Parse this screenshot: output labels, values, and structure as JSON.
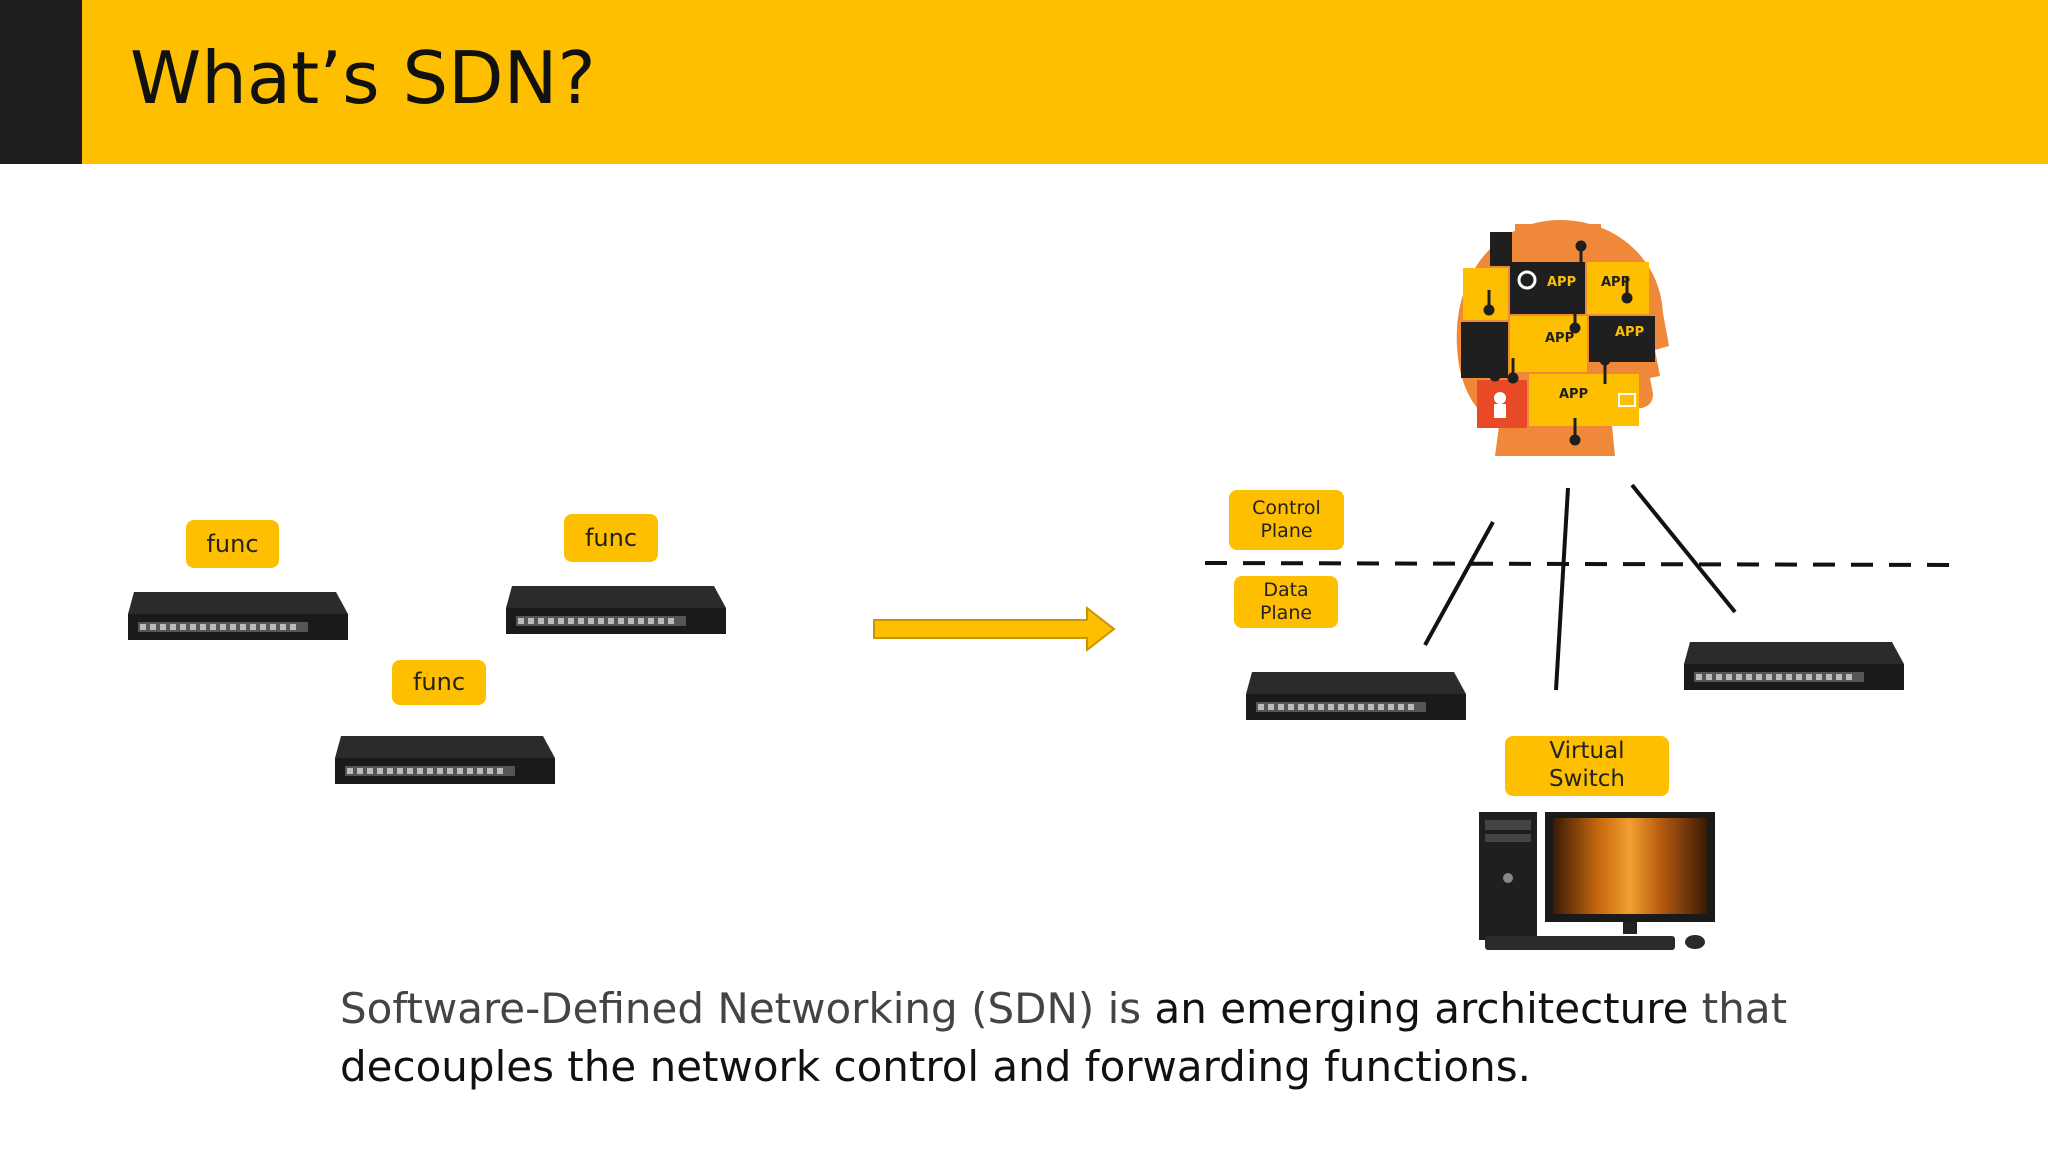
{
  "slide": {
    "title": "What’s SDN?"
  },
  "left": {
    "func_labels": [
      "func",
      "func",
      "func"
    ]
  },
  "right": {
    "control_plane_label": "Control\nPlane",
    "data_plane_label": "Data\nPlane",
    "virtual_switch_label": "Virtual\nSwitch",
    "app_labels": [
      "APP",
      "APP",
      "APP",
      "APP",
      "APP"
    ]
  },
  "caption": {
    "part1": "Software-Defined Networking (SDN) is ",
    "part2": "an emerging architecture",
    "part3": " that",
    "part4": "decouples the network control and forwarding functions."
  },
  "colors": {
    "accent": "#fdbf00",
    "dark": "#1f1f1f",
    "orange": "#f0883a",
    "red_orange": "#e84a27"
  },
  "icons": [
    "network-switch-icon",
    "desktop-computer-icon",
    "brain-apps-icon",
    "right-arrow-icon"
  ]
}
